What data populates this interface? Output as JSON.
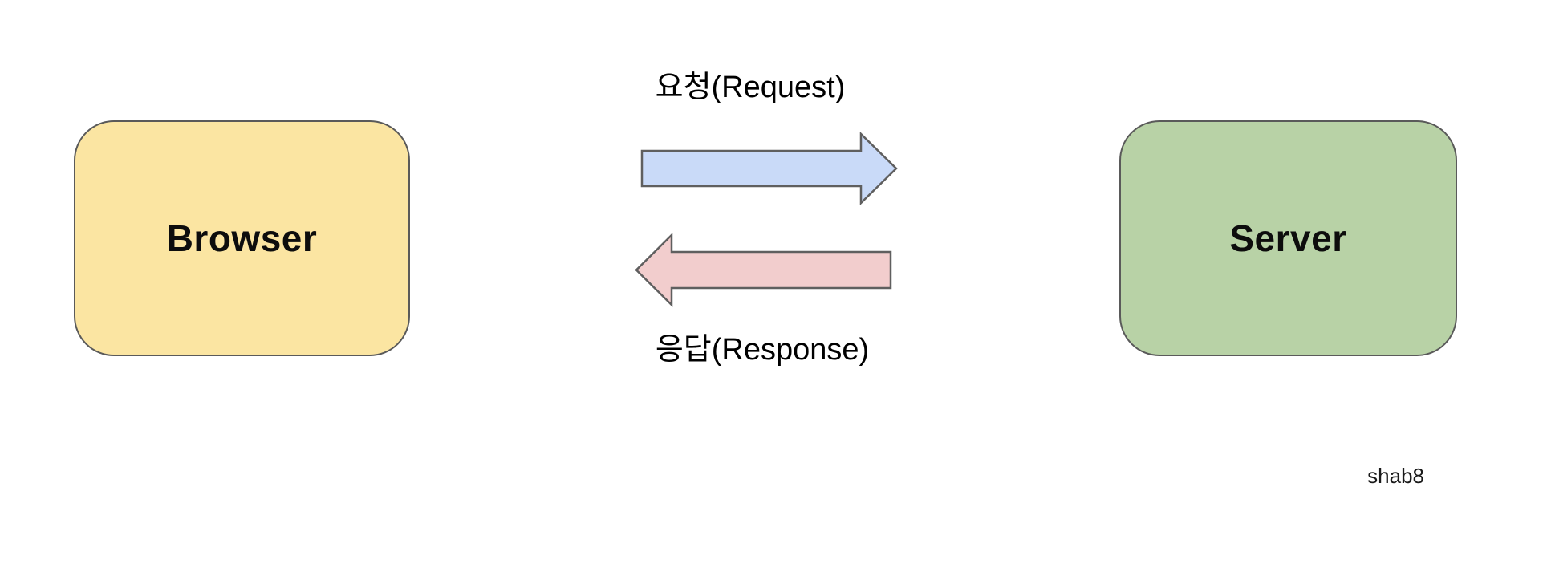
{
  "nodes": {
    "browser": {
      "label": "Browser",
      "fill": "#fbe5a2"
    },
    "server": {
      "label": "Server",
      "fill": "#b8d2a6"
    }
  },
  "arrows": {
    "request": {
      "label": "요청(Request)",
      "direction": "browser-to-server",
      "fill": "#c9daf8"
    },
    "response": {
      "label": "응답(Response)",
      "direction": "server-to-browser",
      "fill": "#f2cdcd"
    }
  },
  "watermark": "shab8",
  "colors": {
    "background": "#ffffff",
    "outline": "#5a5a5a",
    "text": "#000000"
  }
}
